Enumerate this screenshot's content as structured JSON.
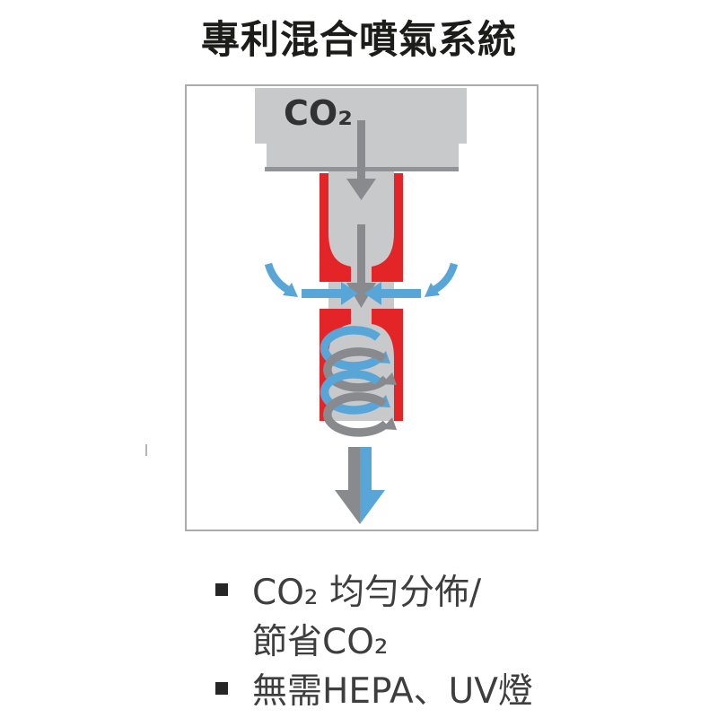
{
  "title": {
    "text": "專利混合噴氣系統"
  },
  "diagram": {
    "co2_label": "CO₂",
    "colors": {
      "red": "#e42528",
      "blue": "#58a5d8",
      "arrow_gray": "#898a8e",
      "body_gray": "#c8c9cb",
      "edge_gray": "#919396"
    }
  },
  "bullets": {
    "item1_line1": "CO₂ 均勻分佈/",
    "item1_line2": "節省CO₂",
    "item2": "無需HEPA、UV燈"
  }
}
